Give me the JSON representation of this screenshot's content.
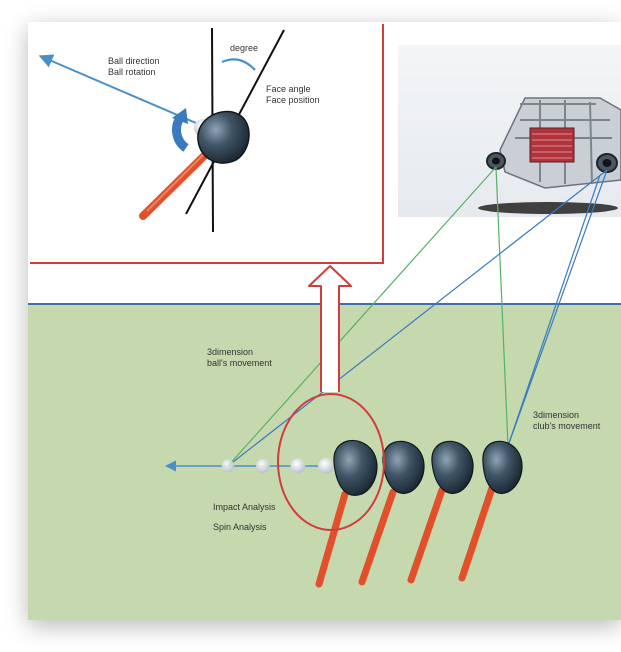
{
  "inset": {
    "ball_direction": "Ball direction",
    "ball_rotation": "Ball rotation",
    "degree": "degree",
    "face_angle": "Face angle",
    "face_position": "Face position"
  },
  "field": {
    "ball_movement_line1": "3dimension",
    "ball_movement_line2": "ball's movement",
    "club_movement_line1": "3dimension",
    "club_movement_line2": "club's movement",
    "impact_analysis": "Impact Analysis",
    "spin_analysis": "Spin Analysis"
  },
  "colors": {
    "ground": "#c6d9ae",
    "horizon": "#3f6ea8",
    "highlight_red": "#d23c3c",
    "ball_arrow": "#4a90c8",
    "ball_sensor_line": "#3a7abf",
    "club_sensor_line": "#55b06a",
    "shaft": "#d9532b"
  },
  "icons": [
    "launch-monitor-device-icon",
    "golf-club-head-icon",
    "golf-ball-icon",
    "rotation-arrow-icon"
  ]
}
